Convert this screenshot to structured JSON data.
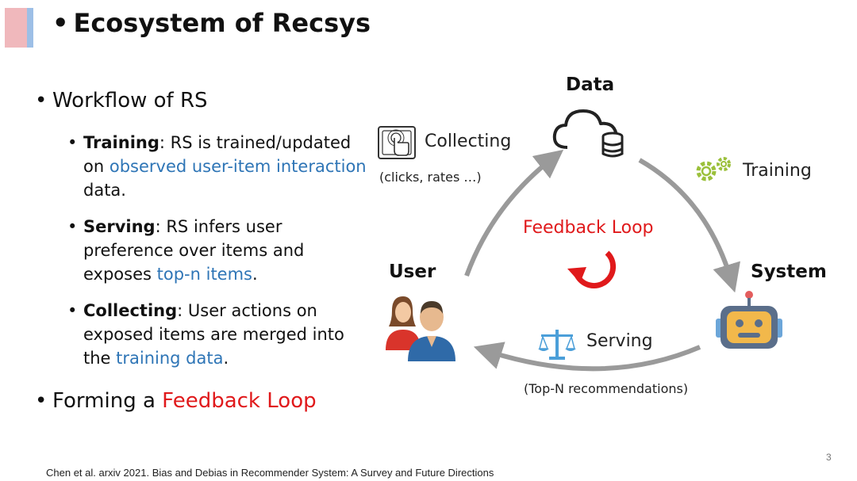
{
  "title": "Ecosystem of Recsys",
  "colors": {
    "accent_pink": "#f0b8bc",
    "accent_blue": "#9dbfe6",
    "highlight_blue": "#2e75b6",
    "highlight_red": "#e0191b",
    "arrow_gray": "#9a9a9a"
  },
  "bullets": {
    "workflow": "Workflow of RS",
    "training": {
      "term": "Training",
      "text1": ": RS is trained/updated on ",
      "highlight": "observed user-item interaction",
      "text2": " data."
    },
    "serving": {
      "term": "Serving",
      "text1": ": RS infers user preference over items and exposes ",
      "highlight": "top-n items",
      "text2": "."
    },
    "collecting": {
      "term": "Collecting",
      "text1": ": User actions on exposed items are merged into the ",
      "highlight": "training data",
      "text2": "."
    },
    "forming": {
      "text": "Forming a ",
      "highlight": "Feedback Loop"
    }
  },
  "diagram": {
    "data_label": "Data",
    "user_label": "User",
    "system_label": "System",
    "collecting_label": "Collecting",
    "collecting_note": "(clicks, rates …)",
    "training_label": "Training",
    "serving_label": "Serving",
    "serving_note": "(Top-N recommendations)",
    "feedback_label": "Feedback Loop",
    "icons": [
      "touch-screen-icon",
      "cloud-database-icon",
      "gears-icon",
      "users-icon",
      "robot-icon",
      "scales-icon",
      "refresh-loop-icon"
    ]
  },
  "citation": "Chen et al. arxiv 2021. Bias and Debias in Recommender System: A Survey and Future Directions",
  "page_number": "3"
}
